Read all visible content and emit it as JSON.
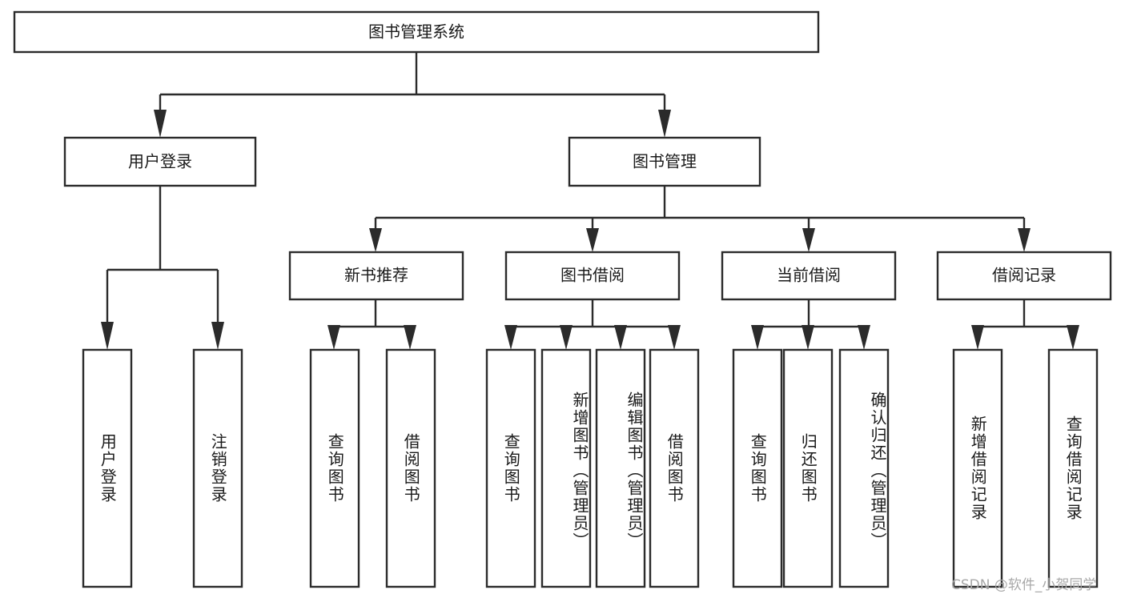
{
  "diagram": {
    "type": "tree-hierarchy-chart",
    "title": "图书管理系统",
    "background_color": "#ffffff",
    "line_color": "#2b2b2b",
    "text_color": "#1a1a1a",
    "root": {
      "label": "图书管理系统"
    },
    "level2": [
      {
        "label": "用户登录"
      },
      {
        "label": "图书管理"
      }
    ],
    "level3": [
      {
        "label": "新书推荐"
      },
      {
        "label": "图书借阅"
      },
      {
        "label": "当前借阅"
      },
      {
        "label": "借阅记录"
      }
    ],
    "leaves": {
      "user_login": [
        {
          "label": "用户登录"
        },
        {
          "label": "注销登录"
        }
      ],
      "new_book_recommend": [
        {
          "label": "查询图书"
        },
        {
          "label": "借阅图书"
        }
      ],
      "book_borrow": [
        {
          "label": "查询图书"
        },
        {
          "label": "新增图书（管理员）"
        },
        {
          "label": "编辑图书（管理员）"
        },
        {
          "label": "借阅图书"
        }
      ],
      "current_borrow": [
        {
          "label": "查询图书"
        },
        {
          "label": "归还图书"
        },
        {
          "label": "确认归还（管理员）"
        }
      ],
      "borrow_record": [
        {
          "label": "新增借阅记录"
        },
        {
          "label": "查询借阅记录"
        }
      ]
    }
  },
  "watermark": {
    "text": "CSDN @软件_小贺同学"
  }
}
